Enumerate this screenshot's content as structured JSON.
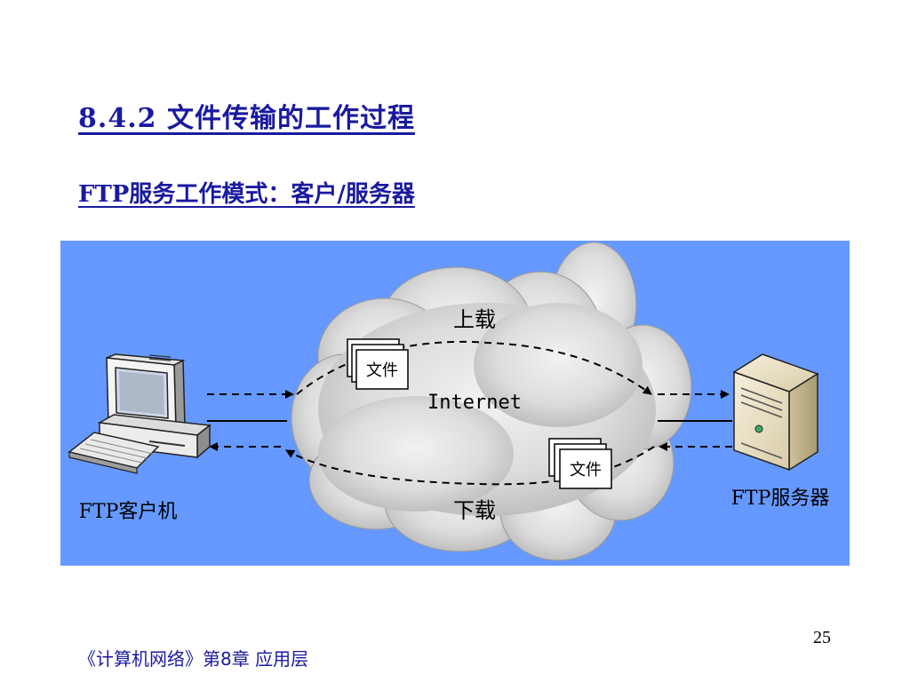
{
  "slide": {
    "title": "8.4.2  文件传输的工作过程",
    "subtitle": "FTP服务工作模式：客户/服务器",
    "footer": "《计算机网络》第8章  应用层",
    "page_number": "25"
  },
  "diagram": {
    "upload_label": "上载",
    "download_label": "下载",
    "internet_label": "Internet",
    "file_label_upload": "文件",
    "file_label_download": "文件",
    "client_label": "FTP客户机",
    "server_label": "FTP服务器",
    "colors": {
      "background": "#6699ff",
      "cloud": "#d9d9d9",
      "title": "#1a1aa0"
    }
  }
}
